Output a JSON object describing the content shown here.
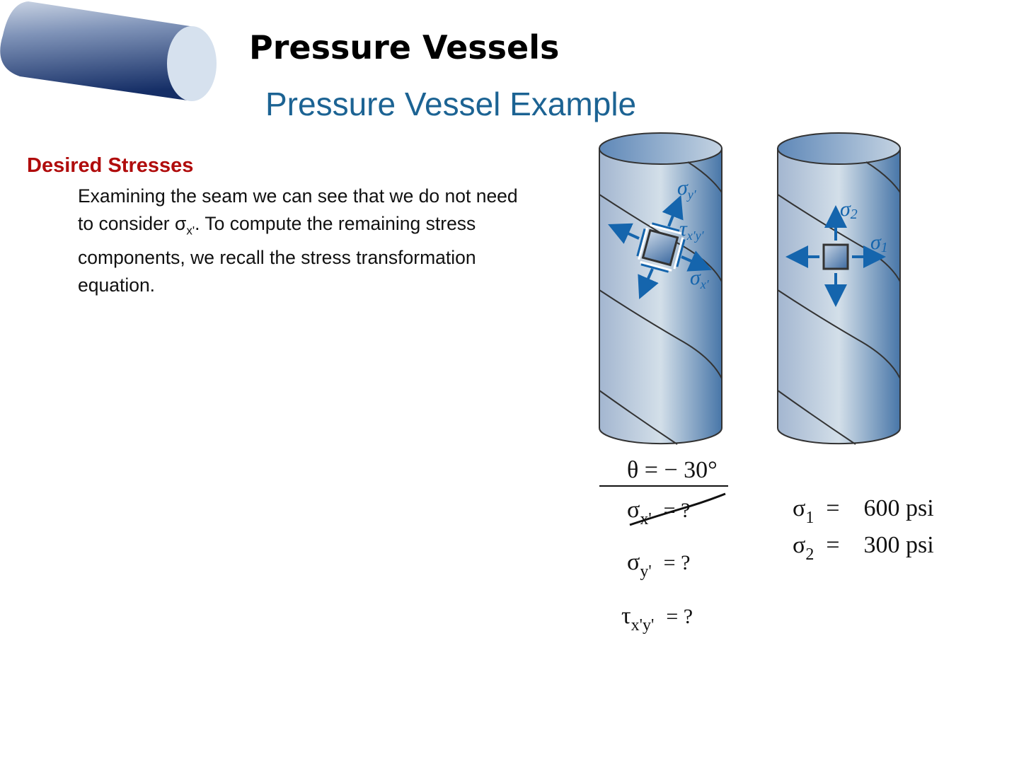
{
  "header": {
    "title": "Pressure Vessels",
    "subtitle": "Pressure Vessel Example"
  },
  "content": {
    "heading": "Desired Stresses",
    "body_pre": "Examining the seam we can see that we do not need to consider σ",
    "body_sub": "x'",
    "body_post": ". To compute the remaining stress components, we recall the stress transformation equation."
  },
  "figure": {
    "left_labels": {
      "sigma_y": "σ",
      "sigma_y_sub": "y′",
      "tau": "τ",
      "tau_sub": "x′y′",
      "sigma_x": "σ",
      "sigma_x_sub": "x′"
    },
    "right_labels": {
      "sigma_2": "σ",
      "sigma_2_sub": "2",
      "sigma_1": "σ",
      "sigma_1_sub": "1"
    },
    "accent_color": "#1565ad"
  },
  "equations": {
    "theta": "θ  =  − 30°",
    "unknowns": [
      {
        "symbol": "σ",
        "sub": "x'",
        "rhs": "=  ?",
        "struck": true
      },
      {
        "symbol": "σ",
        "sub": "y'",
        "rhs": "=  ?",
        "struck": false
      },
      {
        "symbol": "τ",
        "sub": "x'y'",
        "rhs": "=  ?",
        "struck": false
      }
    ],
    "given": [
      {
        "symbol": "σ",
        "sub": "1",
        "rhs": "=    600 psi"
      },
      {
        "symbol": "σ",
        "sub": "2",
        "rhs": "=    300 psi"
      }
    ]
  }
}
